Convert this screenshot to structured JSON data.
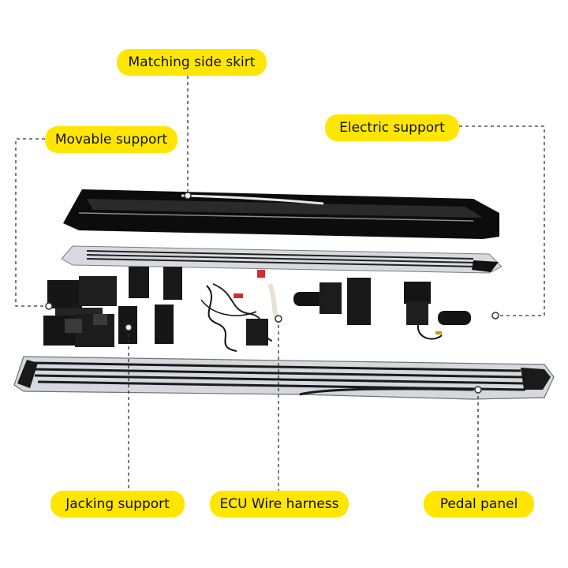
{
  "labels": {
    "matching_side_skirt": "Matching side skirt",
    "movable_support": "Movable support",
    "electric_support": "Electric support",
    "jacking_support": "Jacking support",
    "ecu_wire_harness": "ECU Wire harness",
    "pedal_panel": "Pedal panel"
  },
  "colors": {
    "label_background": "#ffe600",
    "leader_line": "#333333",
    "part_dark": "#111111",
    "part_silver": "#c9ccd1"
  }
}
